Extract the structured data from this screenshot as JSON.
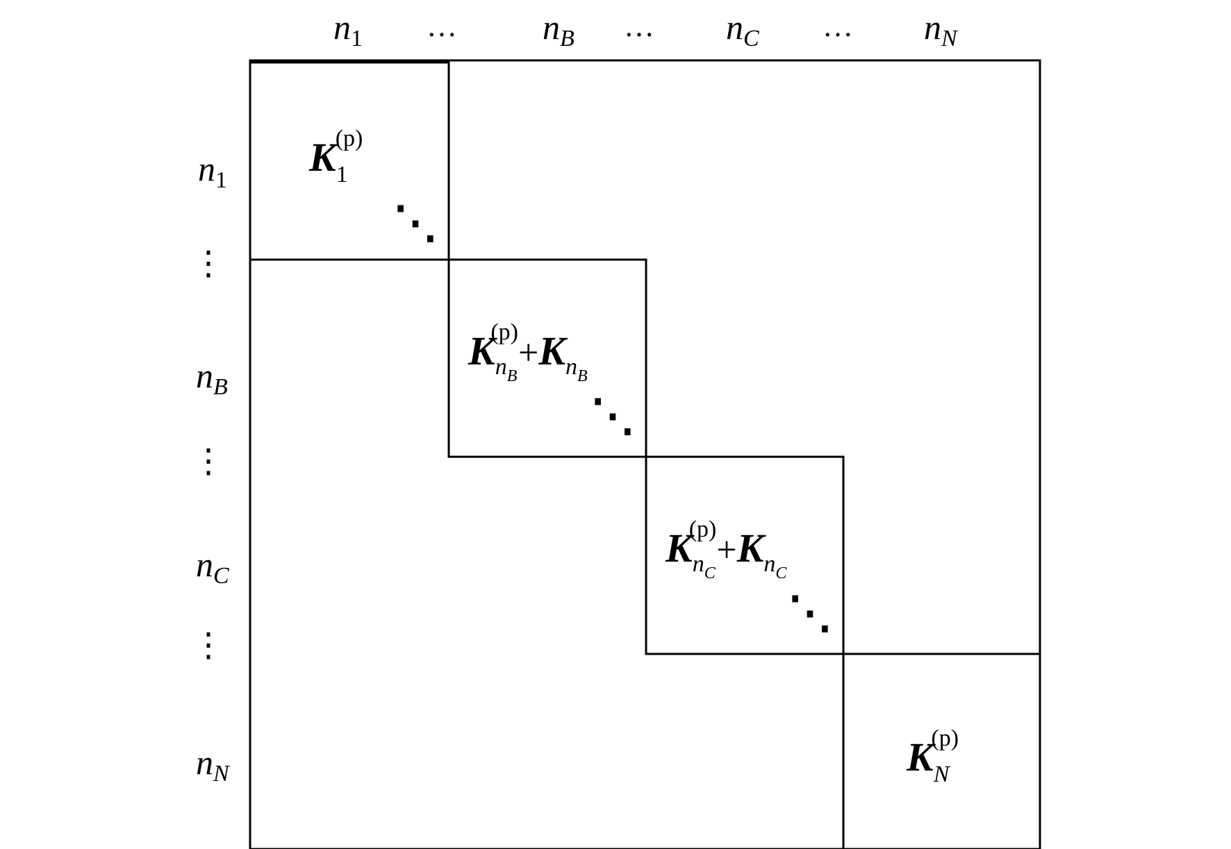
{
  "column_labels": [
    {
      "base": "n",
      "sub": "1"
    },
    {
      "text": "…"
    },
    {
      "base": "n",
      "sub": "B"
    },
    {
      "text": "…"
    },
    {
      "base": "n",
      "sub": "C"
    },
    {
      "text": "…"
    },
    {
      "base": "n",
      "sub": "N"
    }
  ],
  "row_labels": [
    {
      "base": "n",
      "sub": "1"
    },
    {
      "text": "⋮"
    },
    {
      "base": "n",
      "sub": "B"
    },
    {
      "text": "⋮"
    },
    {
      "base": "n",
      "sub": "C"
    },
    {
      "text": "⋮"
    },
    {
      "base": "n",
      "sub": "N"
    }
  ],
  "blocks": [
    {
      "matrix": "K",
      "sub": "1",
      "sup": "(p)"
    },
    {
      "matrix": "K",
      "sub": "n",
      "subsub": "B",
      "sup": "(p)",
      "plus": "+",
      "matrix2": "K",
      "sub2": "n",
      "subsub2": "B"
    },
    {
      "matrix": "K",
      "sub": "n",
      "subsub": "C",
      "sup": "(p)",
      "plus": "+",
      "matrix2": "K",
      "sub2": "n",
      "subsub2": "C"
    },
    {
      "matrix": "K",
      "sub": "N",
      "sup": "(p)"
    }
  ],
  "diagonal_dots": "⋱"
}
